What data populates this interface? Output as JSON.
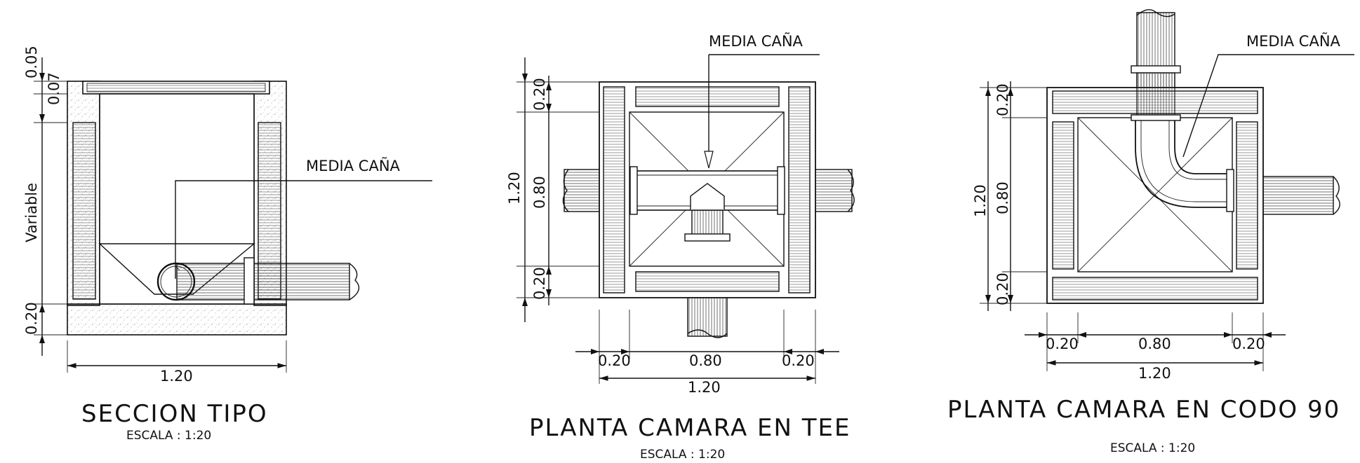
{
  "drawings": {
    "section": {
      "title": "SECCION TIPO",
      "scale": "ESCALA : 1:20",
      "label": "MEDIA CAÑA",
      "dim_005": "0.05",
      "dim_007": "0.07",
      "dim_variable": "Variable",
      "dim_020": "0.20",
      "dim_120": "1.20"
    },
    "tee": {
      "title": "PLANTA CAMARA EN TEE",
      "scale": "ESCALA : 1:20",
      "label": "MEDIA CAÑA",
      "dim_top": "0.20",
      "dim_mid": "0.80",
      "dim_bot": "0.20",
      "dim_total_v": "1.20",
      "dim_left": "0.20",
      "dim_center": "0.80",
      "dim_right": "0.20",
      "dim_total_h": "1.20"
    },
    "elbow": {
      "title": "PLANTA CAMARA EN CODO 90",
      "scale": "ESCALA : 1:20",
      "label": "MEDIA CAÑA",
      "dim_top": "0.20",
      "dim_mid": "0.80",
      "dim_bot": "0.20",
      "dim_total_v": "1.20",
      "dim_left": "0.20",
      "dim_center": "0.80",
      "dim_right": "0.20",
      "dim_total_h": "1.20"
    }
  }
}
